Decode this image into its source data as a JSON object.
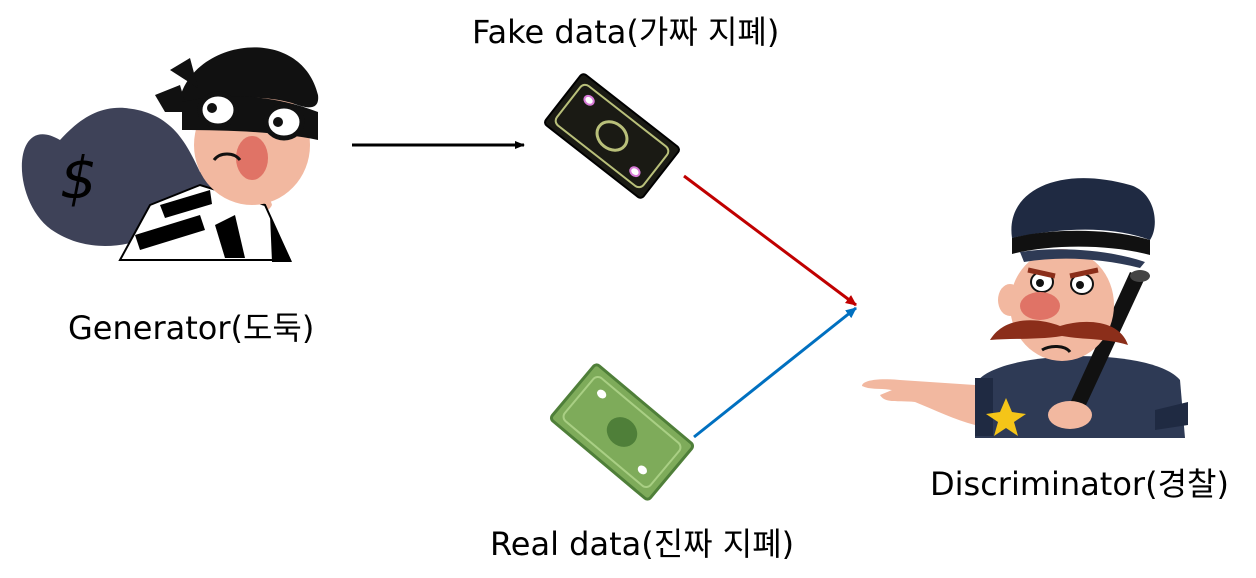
{
  "labels": {
    "fake": "Fake data(가짜 지폐)",
    "generator": "Generator(도둑)",
    "real": "Real data(진짜 지폐)",
    "discriminator": "Discriminator(경찰)"
  },
  "illustrations": {
    "generator": "thief-with-money-bag",
    "fake": "fake-banknote",
    "real": "real-banknote",
    "discriminator": "police-officer-with-baton"
  },
  "icons": {
    "money_bag_symbol": "$"
  },
  "colors": {
    "arrow_generator_to_fake": "#000000",
    "arrow_fake_to_discriminator": "#c00000",
    "arrow_real_to_discriminator": "#0070c0",
    "fake_note": "#1a1a14",
    "fake_note_accent": "#b9c07a",
    "real_note": "#7eab5a",
    "real_note_dark": "#4f7f39",
    "bag": "#3e4258",
    "police_uniform": "#2e3a55",
    "skin": "#f2b8a0"
  }
}
